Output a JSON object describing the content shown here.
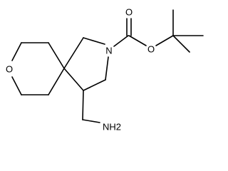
{
  "molecule": {
    "atom_labels": {
      "ring_oxygen": "O",
      "ring_nitrogen": "N",
      "carbonyl_oxygen": "O",
      "ester_oxygen": "O",
      "amine": "NH2"
    }
  }
}
